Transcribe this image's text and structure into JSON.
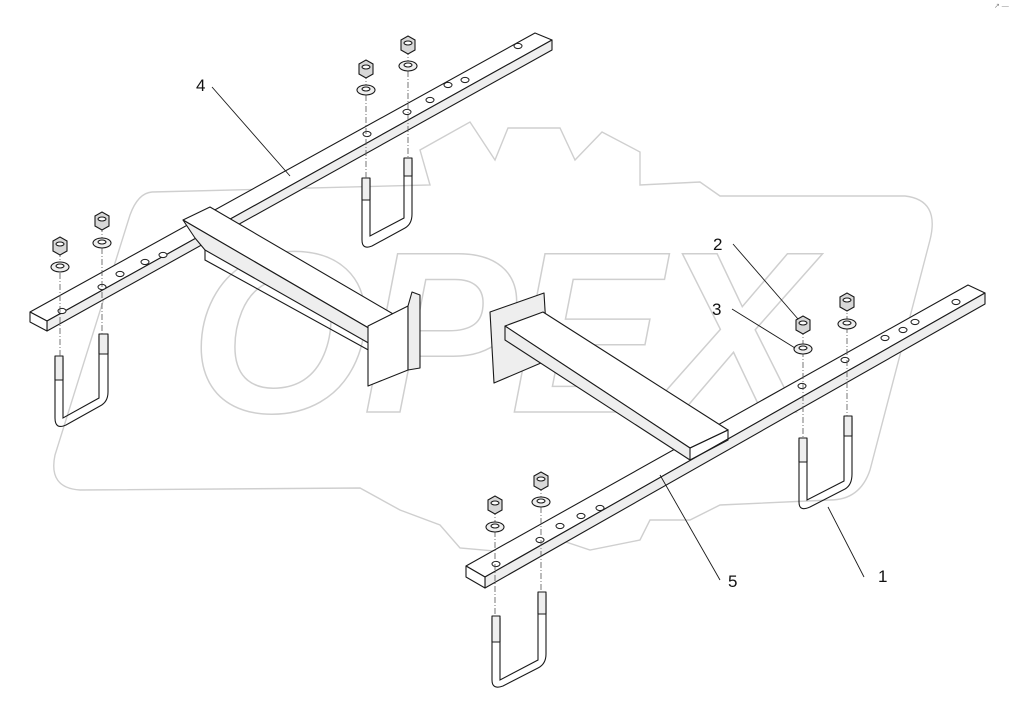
{
  "drawing": {
    "watermark_text": "OPEX",
    "corner_mark": "↗ —",
    "callouts": [
      {
        "id": "1",
        "label": "1"
      },
      {
        "id": "2",
        "label": "2"
      },
      {
        "id": "3",
        "label": "3"
      },
      {
        "id": "4",
        "label": "4"
      },
      {
        "id": "5",
        "label": "5"
      }
    ]
  }
}
